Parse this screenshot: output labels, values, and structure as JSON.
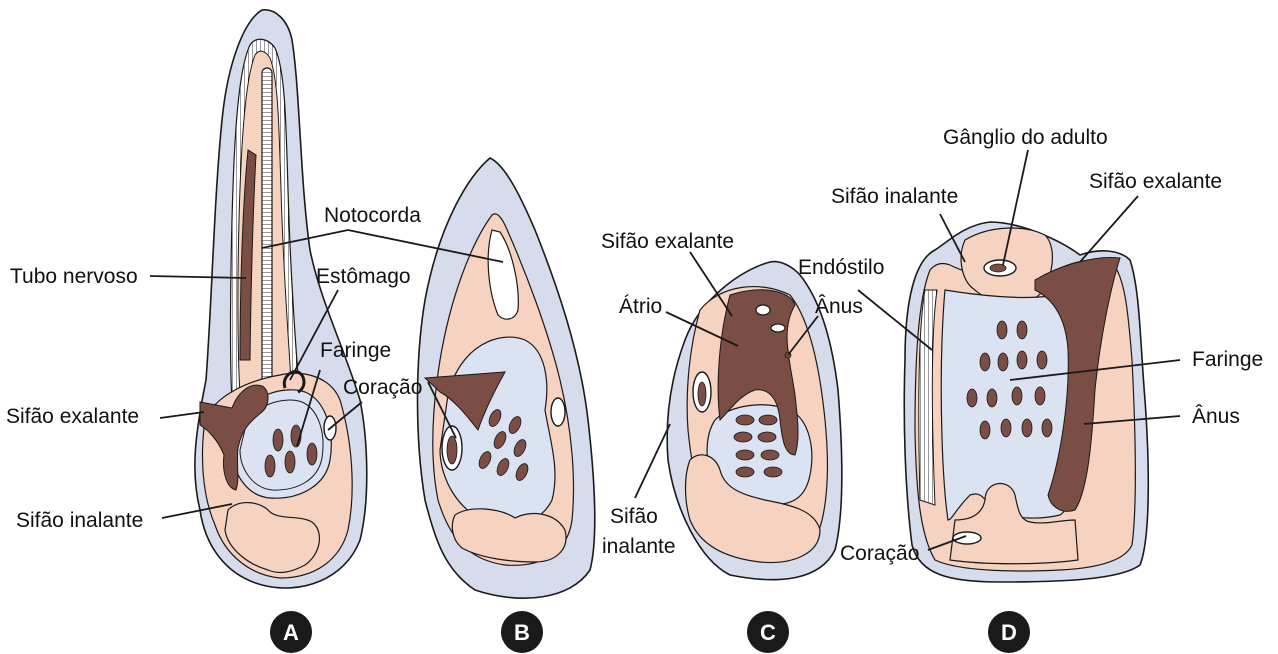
{
  "colors": {
    "outer": "#d7dcec",
    "tissue": "#f6d2c0",
    "cavity": "#dbe2f2",
    "dark": "#7a4e45",
    "stroke": "#1a1a1a",
    "badge": "#1a1a1a",
    "badge_text": "#ffffff"
  },
  "panels": [
    {
      "letter": "A",
      "labels": {
        "notocorda": "Notocorda",
        "tubo_nervoso": "Tubo nervoso",
        "estomago": "Estômago",
        "faringe": "Faringe",
        "coracao": "Coração",
        "sifao_exalante": "Sifão exalante",
        "sifao_inalante": "Sifão inalante"
      }
    },
    {
      "letter": "B",
      "labels": {}
    },
    {
      "letter": "C",
      "labels": {
        "sifao_exalante": "Sifão exalante",
        "atrio": "Átrio",
        "anus": "Ânus",
        "sifao_inalante_1": "Sifão",
        "sifao_inalante_2": "inalante"
      }
    },
    {
      "letter": "D",
      "labels": {
        "ganglio": "Gânglio  do adulto",
        "sifao_inalante": "Sifão inalante",
        "sifao_exalante": "Sifão exalante",
        "endostilo": "Endóstilo",
        "faringe": "Faringe",
        "anus": "Ânus",
        "coracao": "Coração"
      }
    }
  ]
}
